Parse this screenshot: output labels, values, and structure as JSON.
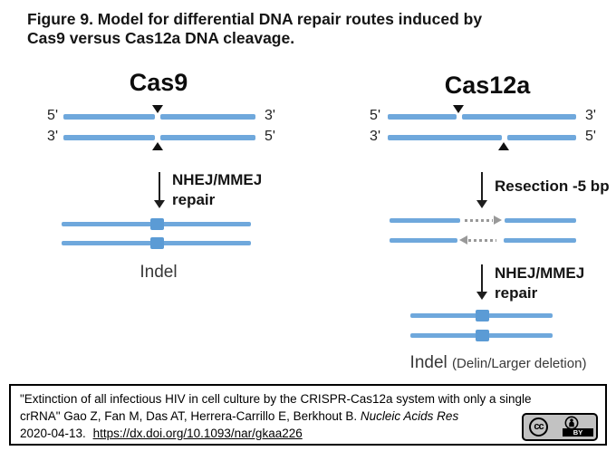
{
  "title": {
    "line1": "Figure 9. Model for differential DNA repair routes induced by",
    "line2": "Cas9 versus Cas12a DNA cleavage."
  },
  "cas9": {
    "header": "Cas9",
    "top_strand": {
      "left_end": "5'",
      "right_end": "3'"
    },
    "bottom_strand": {
      "left_end": "3'",
      "right_end": "5'"
    },
    "repair_step": {
      "line1": "NHEJ/MMEJ",
      "line2": "repair"
    },
    "result_label": "Indel"
  },
  "cas12a": {
    "header": "Cas12a",
    "top_strand": {
      "left_end": "5'",
      "right_end": "3'"
    },
    "bottom_strand": {
      "left_end": "3'",
      "right_end": "5'"
    },
    "resection_step": {
      "label": "Resection -5 bp"
    },
    "repair_step": {
      "line1": "NHEJ/MMEJ",
      "line2": "repair"
    },
    "result_label": "Indel",
    "result_note": "(Delin/Larger deletion)"
  },
  "citation": {
    "line1": "\"Extinction of all infectious HIV in cell culture by the CRISPR-Cas12a system with only a single",
    "line2": "crRNA\" Gao Z, Fan M, Das AT, Herrera-Carrillo E, Berkhout B.",
    "journal": "Nucleic Acids Res",
    "line3": "2020-04-13. ",
    "doi": "https://dx.doi.org/10.1093/nar/gkaa226"
  },
  "license": {
    "cc": "cc",
    "by": "BY"
  },
  "colors": {
    "strand_blue": "#6FA8DC",
    "indel_square_blue": "#5B9BD5",
    "resection_dots_gray": "#999999",
    "ink_black": "#1d1d1d"
  }
}
